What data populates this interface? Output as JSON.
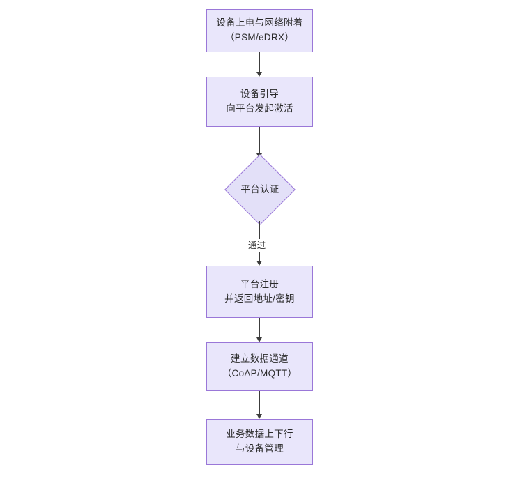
{
  "diagram": {
    "type": "flowchart",
    "orientation": "top-to-bottom",
    "background_color": "#ffffff",
    "node_fill_color": "#e9e6fb",
    "node_border_color": "#9a77d8",
    "connector_color": "#3c3c3c",
    "text_color": "#2b2b2b",
    "nodes": [
      {
        "id": "power-on",
        "shape": "rectangle",
        "line1": "设备上电与网络附着",
        "line2": "（PSM/eDRX）"
      },
      {
        "id": "bootstrap",
        "shape": "rectangle",
        "line1": "设备引导",
        "line2": "向平台发起激活"
      },
      {
        "id": "platform-auth",
        "shape": "diamond",
        "line1": "平台认证"
      },
      {
        "id": "platform-register",
        "shape": "rectangle",
        "line1": "平台注册",
        "line2": "并返回地址/密钥"
      },
      {
        "id": "data-channel",
        "shape": "rectangle",
        "line1": "建立数据通道",
        "line2": "（CoAP/MQTT）"
      },
      {
        "id": "business-data",
        "shape": "rectangle",
        "line1": "业务数据上下行",
        "line2": "与设备管理"
      }
    ],
    "edges": [
      {
        "id": "e1",
        "from": "power-on",
        "to": "bootstrap",
        "label": ""
      },
      {
        "id": "e2",
        "from": "bootstrap",
        "to": "platform-auth",
        "label": ""
      },
      {
        "id": "e3",
        "from": "platform-auth",
        "to": "platform-register",
        "label": "通过"
      },
      {
        "id": "e4",
        "from": "platform-register",
        "to": "data-channel",
        "label": ""
      },
      {
        "id": "e5",
        "from": "data-channel",
        "to": "business-data",
        "label": ""
      }
    ]
  }
}
